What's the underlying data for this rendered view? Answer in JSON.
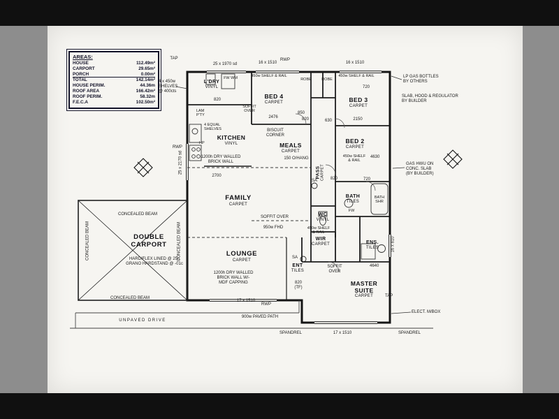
{
  "areas": {
    "title": "AREAS:",
    "rows": [
      {
        "label": "HOUSE",
        "value": "112.49m²"
      },
      {
        "label": "CARPORT",
        "value": "29.65m²"
      },
      {
        "label": "PORCH",
        "value": "0.00m²"
      },
      {
        "label": "TOTAL",
        "value": "142.14m²"
      },
      {
        "label": "HOUSE PERIM.",
        "value": "44.36m"
      },
      {
        "label": "ROOF AREA",
        "value": "166.42m²"
      },
      {
        "label": "ROOF PERIM.",
        "value": "58.32m"
      },
      {
        "label": "F.E.C.A",
        "value": "102.50m²"
      }
    ]
  },
  "rooms": {
    "ldry": {
      "name": "L'DRY",
      "floor": "VINYL"
    },
    "kitchen": {
      "name": "KITCHEN",
      "floor": "VINYL"
    },
    "meals": {
      "name": "MEALS",
      "floor": "CARPET"
    },
    "family": {
      "name": "FAMILY",
      "floor": "CARPET"
    },
    "lounge": {
      "name": "LOUNGE",
      "floor": "CARPET"
    },
    "bed4": {
      "name": "BED 4",
      "floor": "CARPET"
    },
    "bed3": {
      "name": "BED 3",
      "floor": "CARPET"
    },
    "bed2": {
      "name": "BED 2",
      "floor": "CARPET"
    },
    "pass": {
      "name": "PASS",
      "floor": "CARPET"
    },
    "bath": {
      "name": "BATH",
      "floor": "TILES"
    },
    "wc": {
      "name": "WC",
      "floor": "VINYL"
    },
    "wir": {
      "name": "WIR",
      "floor": "CARPET"
    },
    "ens": {
      "name": "ENS.",
      "floor": "TILES"
    },
    "ent": {
      "name": "ENT",
      "floor": "TILES"
    },
    "master": {
      "name": "MASTER\nSUITE",
      "floor": "CARPET"
    },
    "carport": {
      "name": "DOUBLE\nCARPORT"
    }
  },
  "dims": {
    "top_sd": "25 x 1970 sd",
    "top_mid": "16 x 1510",
    "top_right": "16 x 1510",
    "left_sd": "25 x 2170 sd",
    "ens_window": "16 x 810",
    "bed4_width": "2476",
    "bed3_width": "2150",
    "family_width": "2700",
    "bed2_depth": "4630",
    "master_depth": "4640",
    "bottom_left": "17 x 1510",
    "bottom_right": "17 x 1510"
  },
  "vocab": {
    "rwp": "RWP",
    "tap": "TAP",
    "sa": "SA",
    "fw": "FW",
    "robe": "ROBE",
    "spandrel": "SPANDREL",
    "soffit_2line": "SOFFIT\nOVER",
    "soffit": "SOFFIT OVER",
    "shelf_rail": "450w SHELF & RAIL",
    "shelf_rail_2line": "450w SHELF\n& RAIL",
    "d820": "820",
    "d720": "720",
    "d850": "850",
    "d630": "630"
  },
  "notes": {
    "lp_gas": "LP GAS BOTTLES\nBY OTHERS",
    "slab_hood": "SLAB, HOOD & REGULATOR\nBY BUILDER",
    "gas_hwu": "GAS HWU ON\nCONC. SLAB\n(BY BUILDER)",
    "elect_mbox": "ELECT. M/BOX",
    "shelves_4x450": "4 x 450w\nSHELVES\n@ 400cts",
    "lam_pantry": "LAM\nP'TY",
    "equal_shelves": "4 EQUAL\nSHELVES",
    "hotplate": "HP",
    "biscuit_corner": "BISCUIT\nCORNER",
    "overhang": "150 O/HANG",
    "brick_wall_kitchen": "1200h DRY WALLED\nBRICK WALL",
    "brick_wall_lounge": "1200h DRY WALLED\nBRICK WALL W/-\nMDF CAPPING",
    "fhd_950": "950w FHD",
    "fw_wm": "FW WM",
    "bath_shr": "BATH\nSHR",
    "hardiflex": "HARDIFLEX LINED @ 25c\nGRANO HARDSTAND @ -01c",
    "concealed_beam": "CONCEALED BEAM",
    "drive": "UNPAVED DRIVE",
    "path": "900w PAVED PATH",
    "door_tf": "820\n(TF)"
  }
}
